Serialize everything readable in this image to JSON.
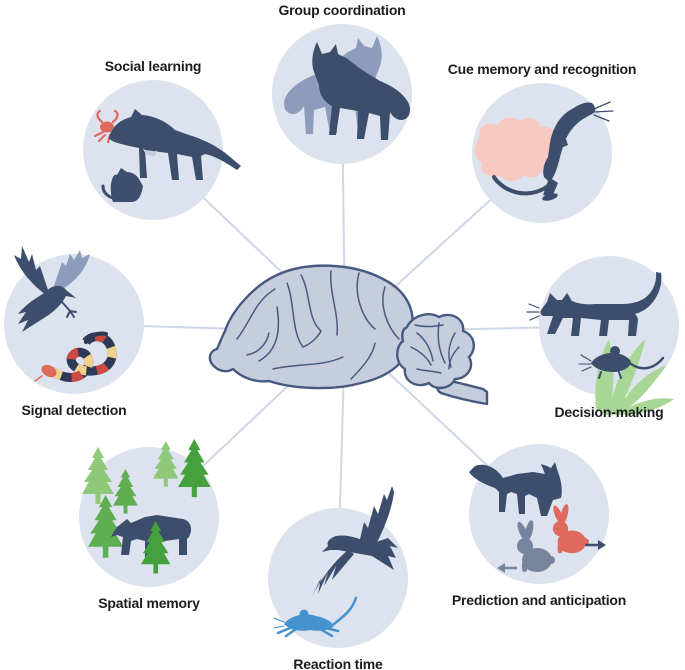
{
  "palette": {
    "circlebg": "#dce2ee",
    "dark": "#3d4e6c",
    "muted": "#8c9cba",
    "red": "#e0695e",
    "pink": "#f8c9c1",
    "grass": "#a8d795",
    "greenl": "#8ec979",
    "greenm": "#5fae52",
    "greend": "#45a13d",
    "blue": "#4492d0",
    "gray": "#76849e",
    "snakenavy": "#2c3a57",
    "snakered": "#ca4a41",
    "snakeyellow": "#f2d18c",
    "brainfill": "#c6cede",
    "brainline": "#465a80",
    "connector": "#cdd7e6",
    "text": "#1c1c1e"
  },
  "center": {
    "icon": "brain-illustration"
  },
  "nodes": [
    {
      "id": "group-coordination",
      "label": "Group coordination",
      "icon": "howling-wolves-icon",
      "position": "top",
      "label_position": "above"
    },
    {
      "id": "social-learning",
      "label": "Social learning",
      "icon": "tasmanian-devil-family-icon",
      "position": "top-left",
      "label_position": "above"
    },
    {
      "id": "cue-memory-and-recognition",
      "label": "Cue memory and recognition",
      "icon": "rat-odor-plume-icon",
      "position": "top-right",
      "label_position": "above"
    },
    {
      "id": "signal-detection",
      "label": "Signal detection",
      "icon": "raven-coral-snake-icon",
      "position": "left",
      "label_position": "below"
    },
    {
      "id": "decision-making",
      "label": "Decision-making",
      "icon": "cat-stalking-mouse-icon",
      "position": "right",
      "label_position": "below"
    },
    {
      "id": "spatial-memory",
      "label": "Spatial memory",
      "icon": "bear-in-forest-icon",
      "position": "bottom-left",
      "label_position": "below"
    },
    {
      "id": "prediction-and-anticipation",
      "label": "Prediction and anticipation",
      "icon": "fox-watching-rabbits-icon",
      "position": "bottom-right",
      "label_position": "below"
    },
    {
      "id": "reaction-time",
      "label": "Reaction time",
      "icon": "diving-raptor-blue-mouse-icon",
      "position": "bottom",
      "label_position": "below"
    }
  ]
}
